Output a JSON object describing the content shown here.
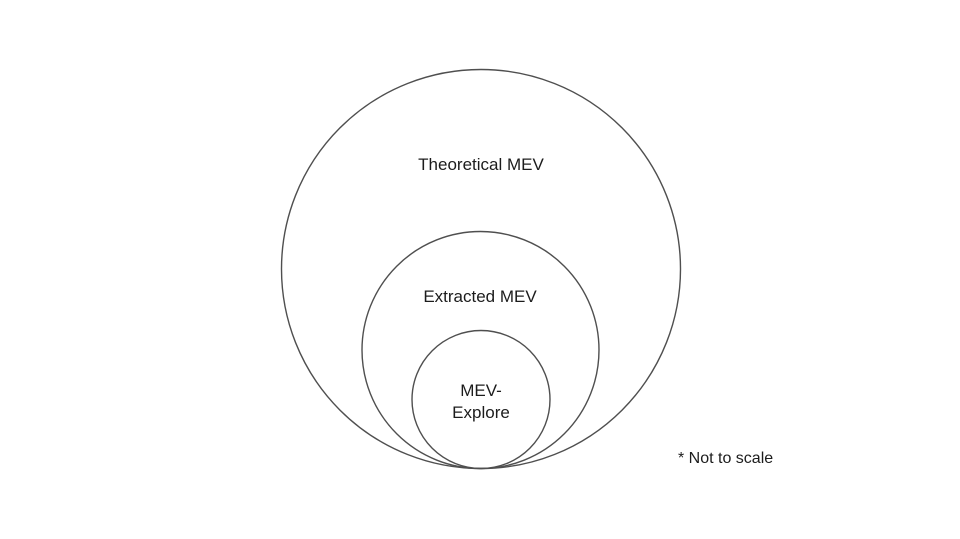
{
  "diagram": {
    "type": "nested-circles",
    "circles": [
      {
        "id": "theoretical-mev",
        "label": "Theoretical MEV"
      },
      {
        "id": "extracted-mev",
        "label": "Extracted MEV"
      },
      {
        "id": "mev-explore",
        "label_line1": "MEV-",
        "label_line2": "Explore"
      }
    ],
    "footnote": "* Not to scale",
    "colors": {
      "stroke": "#4f4f4f",
      "text": "#1c1c1c",
      "background": "#ffffff"
    }
  }
}
